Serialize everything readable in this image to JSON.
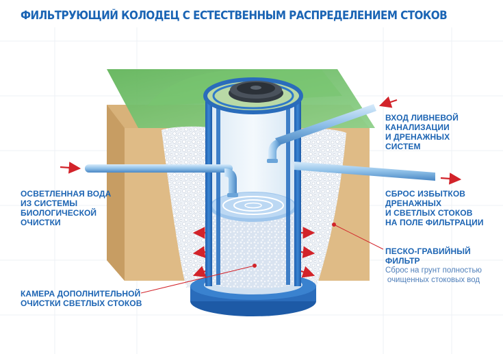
{
  "title": "ФИЛЬТРУЮЩИЙ КОЛОДЕЦ С ЕСТЕСТВЕННЫМ РАСПРЕДЕЛЕНИЕМ СТОКОВ",
  "labels": {
    "inlet": [
      "ВХОД ЛИВНЕВОЙ",
      "КАНАЛИЗАЦИИ",
      "И ДРЕНАЖНЫХ",
      "СИСТЕМ"
    ],
    "clarified_water": [
      "ОСВЕТЛЕННАЯ ВОДА",
      "ИЗ СИСТЕМЫ",
      "БИОЛОГИЧЕСКОЙ",
      "ОЧИСТКИ"
    ],
    "overflow": [
      "СБРОС ИЗБЫТКОВ",
      "ДРЕНАЖНЫХ",
      "И СВЕТЛЫХ СТОКОВ",
      "НА ПОЛЕ ФИЛЬТРАЦИИ"
    ],
    "filter": [
      "ПЕСКО-ГРАВИЙНЫЙ",
      "ФИЛЬТР"
    ],
    "filter_note": [
      "Сброс на  грунт полностью",
      "очищенных стоковых вод"
    ],
    "chamber": [
      "КАМЕРА ДОПОЛНИТЕЛЬНОЙ",
      "ОЧИСТКИ СВЕТЛЫХ СТОКОВ"
    ]
  },
  "colors": {
    "title": "#1a64b4",
    "label": "#1c64b3",
    "arrow": "#d2232a",
    "grass": "#6fbf66",
    "soil": "#d9b37c",
    "gravel": "#e9eef4",
    "well": "#2a73c4",
    "pipe": "#7ab4e3"
  }
}
